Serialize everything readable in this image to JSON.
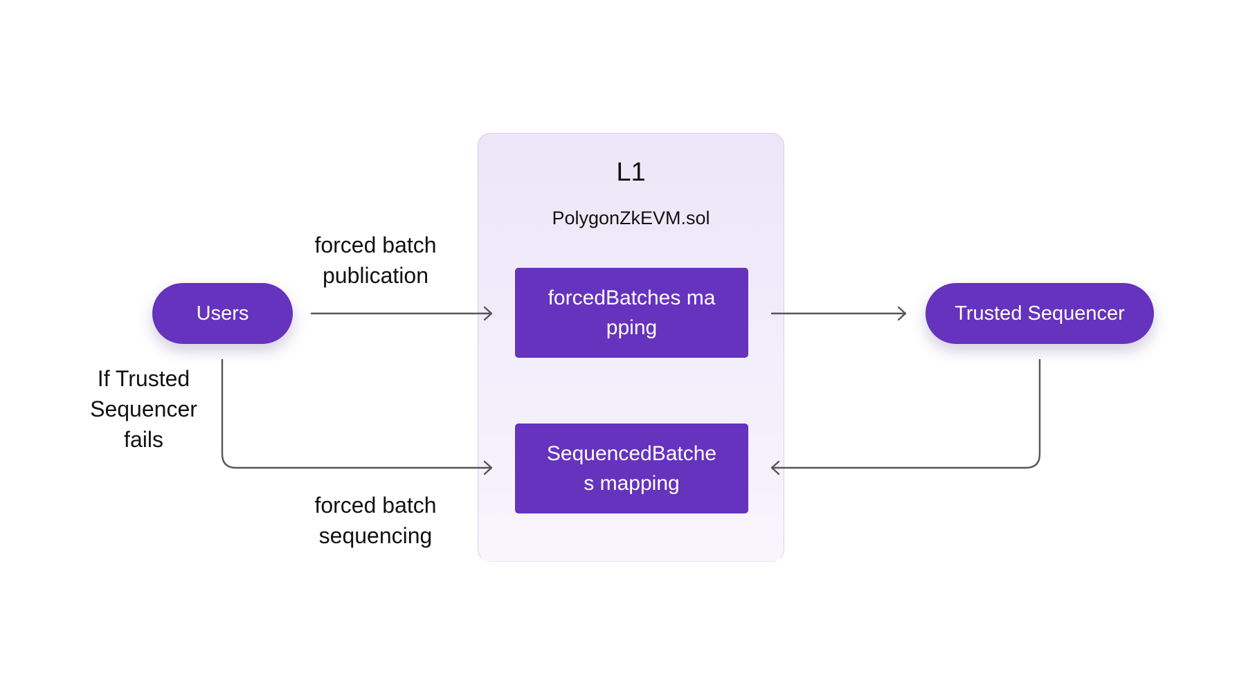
{
  "l1": {
    "title": "L1",
    "subtitle": "PolygonZkEVM.sol",
    "boxes": {
      "forced": "forcedBatches mapping",
      "sequenced": "SequencedBatches mapping"
    }
  },
  "nodes": {
    "users": "Users",
    "trusted_sequencer": "Trusted Sequencer"
  },
  "edges": {
    "publication": [
      "forced batch",
      "publication"
    ],
    "sequencing": [
      "forced batch",
      "sequencing"
    ],
    "fallback": [
      "If Trusted",
      "Sequencer",
      "fails"
    ]
  },
  "colors": {
    "node_fill": "#6533bd",
    "container_fill": "#ece6f8",
    "arrow": "#555555"
  }
}
